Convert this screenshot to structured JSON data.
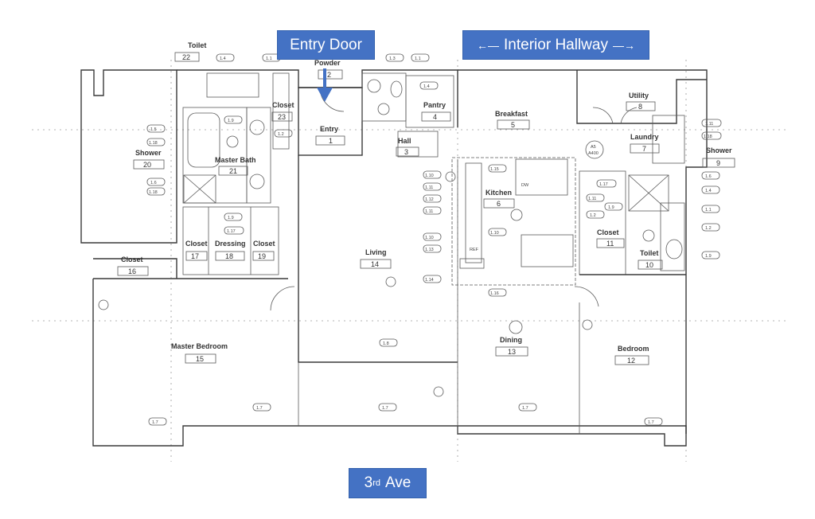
{
  "callouts": {
    "entry_door": "Entry Door",
    "interior_hallway": "Interior Hallway",
    "street_number": "3",
    "street_suffix": "rd",
    "street_name": "Ave"
  },
  "colors": {
    "callout_fill": "#4472c4",
    "callout_text": "#ffffff",
    "wall": "#3a3a3a"
  },
  "icons": {
    "hallway_left_arrow": "left-arrow-icon",
    "hallway_right_arrow": "right-arrow-icon",
    "entry_arrow": "down-arrow-icon"
  },
  "rooms": [
    {
      "name": "Entry",
      "number": "1"
    },
    {
      "name": "Powder",
      "number": "2"
    },
    {
      "name": "Hall",
      "number": "3"
    },
    {
      "name": "Pantry",
      "number": "4"
    },
    {
      "name": "Breakfast",
      "number": "5"
    },
    {
      "name": "Kitchen",
      "number": "6"
    },
    {
      "name": "Laundry",
      "number": "7"
    },
    {
      "name": "Utility",
      "number": "8"
    },
    {
      "name": "Shower",
      "number": "9"
    },
    {
      "name": "Toilet",
      "number": "10"
    },
    {
      "name": "Closet",
      "number": "11"
    },
    {
      "name": "Bedroom",
      "number": "12"
    },
    {
      "name": "Dining",
      "number": "13"
    },
    {
      "name": "Living",
      "number": "14"
    },
    {
      "name": "Master Bedroom",
      "number": "15"
    },
    {
      "name": "Closet",
      "number": "16"
    },
    {
      "name": "Closet",
      "number": "17"
    },
    {
      "name": "Dressing",
      "number": "18"
    },
    {
      "name": "Closet",
      "number": "19"
    },
    {
      "name": "Shower",
      "number": "20"
    },
    {
      "name": "Master Bath",
      "number": "21"
    },
    {
      "name": "Toilet",
      "number": "22"
    },
    {
      "name": "Closet",
      "number": "23"
    }
  ],
  "tags": [
    "1.1",
    "1.2",
    "1.3",
    "1.4",
    "1.5",
    "1.6",
    "1.7",
    "1.8",
    "1.9",
    "1.10",
    "1.11",
    "1.12",
    "1.13",
    "1.14",
    "1.15",
    "1.16",
    "1.17",
    "1.18"
  ],
  "fixtures": {
    "dishwasher": "DW",
    "refrigerator": "REF",
    "section_ref": "A5",
    "sheet_ref": "A400"
  }
}
